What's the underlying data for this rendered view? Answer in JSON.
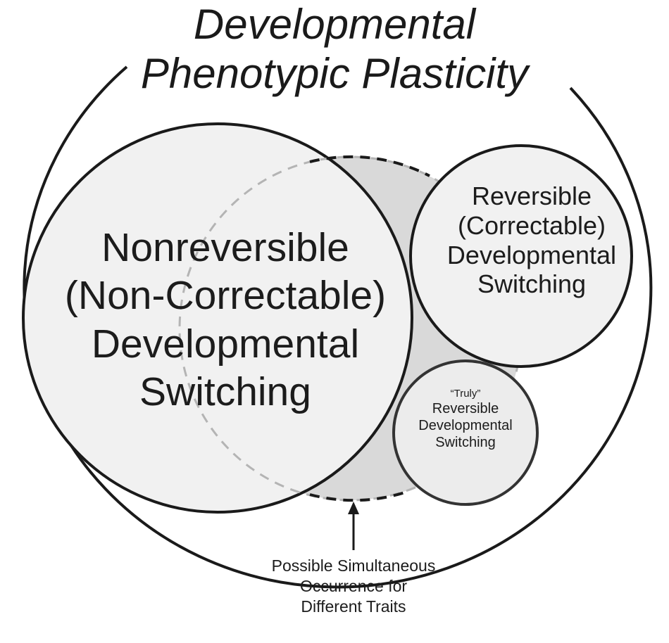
{
  "title": {
    "line1": "Developmental",
    "line2": "Phenotypic Plasticity"
  },
  "nonreversible": {
    "line1": "Nonreversible",
    "line2": "(Non-Correctable)",
    "line3": "Developmental",
    "line4": "Switching"
  },
  "reversible": {
    "line1": "Reversible",
    "line2": "(Correctable)",
    "line3": "Developmental",
    "line4": "Switching"
  },
  "truly_reversible": {
    "line1": "“Truly”",
    "line2": "Reversible",
    "line3": "Developmental",
    "line4": "Switching"
  },
  "overlap_note": {
    "line1": "Possible Simultaneous",
    "line2": "Occurrence for",
    "line3": "Different Traits"
  },
  "colors": {
    "outline": "#1a1a1a",
    "circle_fill": "#f1f1f1",
    "overlap_fill": "#d9d9d9",
    "dashed_light": "#b4b4b4"
  }
}
